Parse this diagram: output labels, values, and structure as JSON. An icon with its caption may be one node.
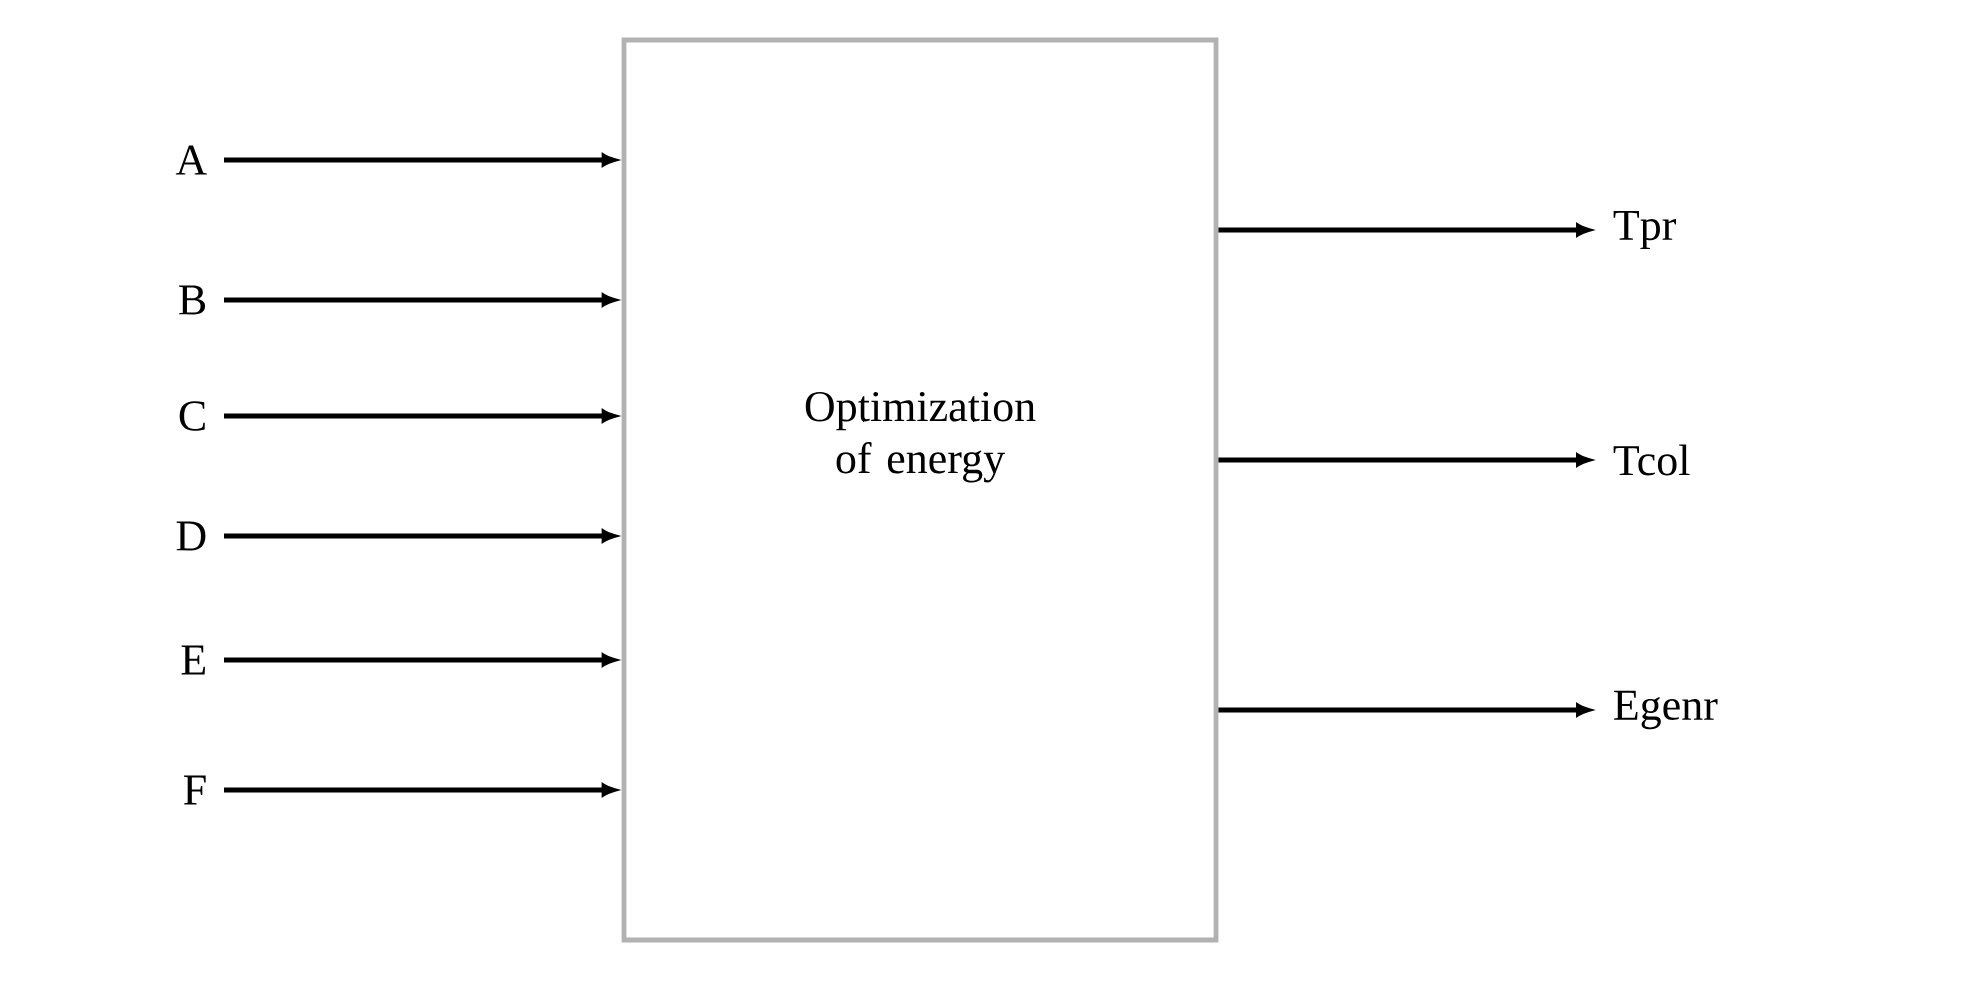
{
  "diagram": {
    "nodes": [
      {
        "text": [
          "Optimization of energy"
        ]
      },
      {
        "text": [
          "A"
        ]
      },
      {
        "text": [
          "B"
        ]
      },
      {
        "text": [
          "C"
        ]
      },
      {
        "text": [
          "D"
        ]
      },
      {
        "text": [
          "E"
        ]
      },
      {
        "text": [
          "F"
        ]
      },
      {
        "text": [
          "Tpr"
        ]
      },
      {
        "text": [
          "Tcol"
        ]
      },
      {
        "text": [
          "Egenr"
        ]
      }
    ],
    "edges": [
      {
        "from": 1,
        "to": 0,
        "arrow": "to"
      },
      {
        "from": 2,
        "to": 0,
        "arrow": "to"
      },
      {
        "from": 3,
        "to": 0,
        "arrow": "to"
      },
      {
        "from": 4,
        "to": 0,
        "arrow": "to"
      },
      {
        "from": 5,
        "to": 0,
        "arrow": "to"
      },
      {
        "from": 6,
        "to": 0,
        "arrow": "to"
      },
      {
        "from": 0,
        "to": 7,
        "arrow": "to"
      },
      {
        "from": 0,
        "to": 8,
        "arrow": "to"
      },
      {
        "from": 0,
        "to": 9,
        "arrow": "to"
      }
    ]
  }
}
